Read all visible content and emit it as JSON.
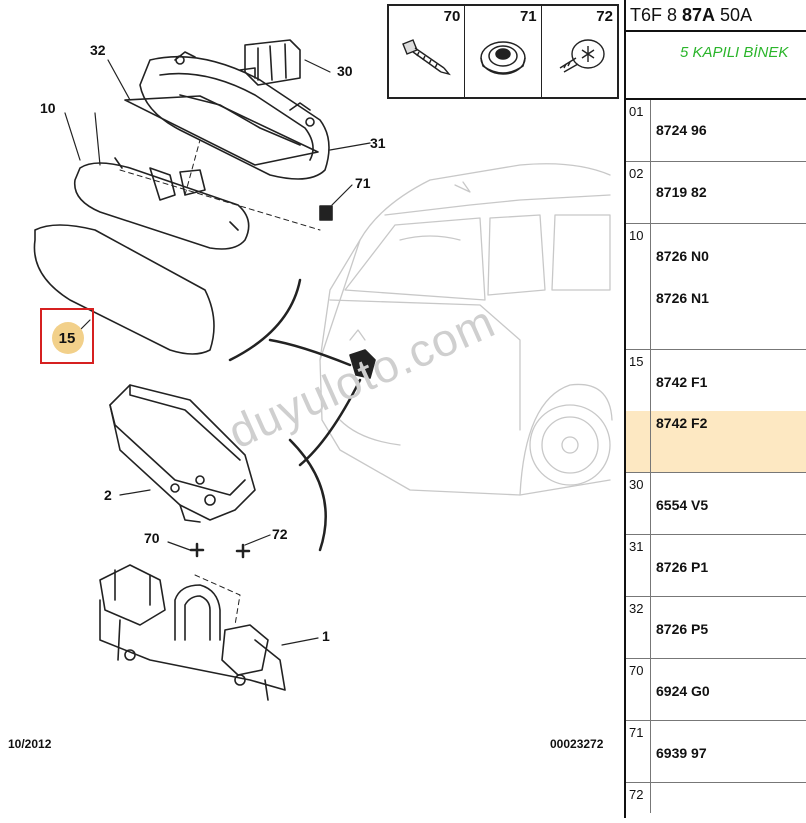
{
  "header": {
    "prefix": "T6F 8 ",
    "bold": "87A",
    "suffix": " 50A"
  },
  "subtitle": "5 KAPILI BİNEK",
  "fasteners": [
    {
      "num": "70",
      "icon": "screw-icon"
    },
    {
      "num": "71",
      "icon": "washer-clip-icon"
    },
    {
      "num": "72",
      "icon": "torx-screw-icon"
    }
  ],
  "callouts": [
    {
      "id": "32",
      "text": "32"
    },
    {
      "id": "30",
      "text": "30"
    },
    {
      "id": "10",
      "text": "10"
    },
    {
      "id": "31",
      "text": "31"
    },
    {
      "id": "71",
      "text": "71"
    },
    {
      "id": "15",
      "text": "15"
    },
    {
      "id": "2",
      "text": "2"
    },
    {
      "id": "70",
      "text": "70"
    },
    {
      "id": "72",
      "text": "72"
    },
    {
      "id": "1",
      "text": "1"
    }
  ],
  "highlighted_callout": "15",
  "footer": {
    "date": "10/2012",
    "code": "00023272"
  },
  "watermark": "duyuloto.com",
  "parts": [
    {
      "num": "01",
      "refs": [
        "8724 96"
      ]
    },
    {
      "num": "02",
      "refs": [
        "8719 82"
      ]
    },
    {
      "num": "10",
      "refs": [
        "8726 N0",
        "8726 N1"
      ]
    },
    {
      "num": "15",
      "refs": [
        "8742 F1"
      ]
    },
    {
      "num": "",
      "refs": [
        "8742 F2"
      ],
      "highlight": true
    },
    {
      "num": "30",
      "refs": [
        "6554 V5"
      ]
    },
    {
      "num": "31",
      "refs": [
        "8726 P1"
      ]
    },
    {
      "num": "32",
      "refs": [
        "8726 P5"
      ]
    },
    {
      "num": "70",
      "refs": [
        "6924 G0"
      ]
    },
    {
      "num": "71",
      "refs": [
        "6939 97"
      ]
    },
    {
      "num": "72",
      "refs": []
    }
  ],
  "colors": {
    "highlight_row": "#fde8c2",
    "highlight_box": "#d62020",
    "subtitle": "#2bb52b"
  }
}
